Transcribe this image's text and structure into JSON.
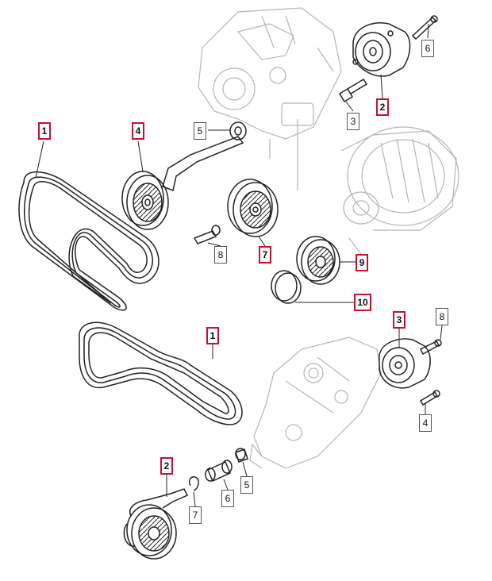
{
  "colors": {
    "highlight_border": "#c8102e",
    "callout_border": "#555555",
    "line_art": "#222222",
    "faded_line_art": "#b5b5b5",
    "background": "#ffffff"
  },
  "upper_assembly": {
    "callouts": [
      {
        "id": "u1",
        "label": "1",
        "highlighted": true
      },
      {
        "id": "u4",
        "label": "4",
        "highlighted": true
      },
      {
        "id": "u5",
        "label": "5",
        "highlighted": false
      },
      {
        "id": "u3",
        "label": "3",
        "highlighted": false
      },
      {
        "id": "u2",
        "label": "2",
        "highlighted": true
      },
      {
        "id": "u6",
        "label": "6",
        "highlighted": false
      },
      {
        "id": "u8",
        "label": "8",
        "highlighted": false
      },
      {
        "id": "u7",
        "label": "7",
        "highlighted": true
      },
      {
        "id": "u9",
        "label": "9",
        "highlighted": true
      },
      {
        "id": "u10",
        "label": "10",
        "highlighted": true
      }
    ]
  },
  "lower_assembly": {
    "callouts": [
      {
        "id": "l1",
        "label": "1",
        "highlighted": true
      },
      {
        "id": "l3",
        "label": "3",
        "highlighted": true
      },
      {
        "id": "l8",
        "label": "8",
        "highlighted": false
      },
      {
        "id": "l4",
        "label": "4",
        "highlighted": false
      },
      {
        "id": "l2",
        "label": "2",
        "highlighted": true
      },
      {
        "id": "l7",
        "label": "7",
        "highlighted": false
      },
      {
        "id": "l6",
        "label": "6",
        "highlighted": false
      },
      {
        "id": "l5",
        "label": "5",
        "highlighted": false
      }
    ]
  }
}
